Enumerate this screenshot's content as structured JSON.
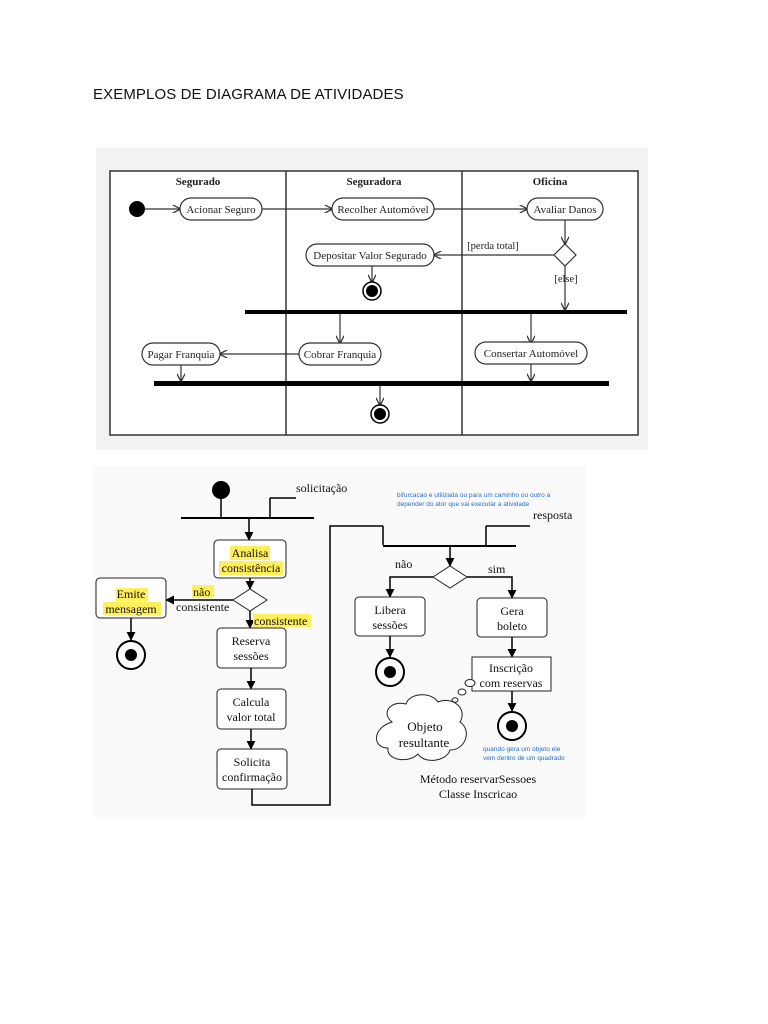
{
  "page": {
    "title": "EXEMPLOS DE DIAGRAMA DE ATIVIDADES"
  },
  "diagram1": {
    "lanes": [
      "Segurado",
      "Seguradora",
      "Oficina"
    ],
    "nodes": {
      "acionar_seguro": "Acionar Seguro",
      "recolher_automovel": "Recolher Automóvel",
      "avaliar_danos": "Avaliar Danos",
      "depositar_valor": "Depositar Valor Segurado",
      "pagar_franquia": "Pagar Franquia",
      "cobrar_franquia": "Cobrar Franquia",
      "consertar_automovel": "Consertar Automóvel"
    },
    "guards": {
      "perda_total": "[perda total]",
      "else": "[else]"
    }
  },
  "diagram2": {
    "labels": {
      "solicitacao": "solicitação",
      "resposta": "resposta",
      "nao_right": "não",
      "sim": "sim",
      "nao_consistente_1": "não",
      "nao_consistente_2": "consistente",
      "consistente": "consistente"
    },
    "nodes": {
      "analisa_1": "Analisa",
      "analisa_2": "consistência",
      "emite_1": "Emite",
      "emite_2": "mensagem",
      "reserva_1": "Reserva",
      "reserva_2": "sessões",
      "calcula_1": "Calcula",
      "calcula_2": "valor total",
      "solicita_1": "Solicita",
      "solicita_2": "confirmação",
      "libera_1": "Libera",
      "libera_2": "sessões",
      "gera_1": "Gera",
      "gera_2": "boleto",
      "inscricao_1": "Inscrição",
      "inscricao_2": "com reservas",
      "objeto_1": "Objeto",
      "objeto_2": "resultante"
    },
    "notes": {
      "bifurcacao_1": "bifurcacao e utilizada ou para um caminho ou outro a",
      "bifurcacao_2": "depender do ator que vai executar a atividade",
      "objeto_1": "quando gera um objeto ele",
      "objeto_2": "vem dentro de um quadrado"
    },
    "caption": {
      "line1": "Método reservarSessoes",
      "line2": "Classe Inscricao"
    },
    "colors": {
      "highlight": "#ffef5a",
      "note": "#1f6fd6"
    }
  }
}
